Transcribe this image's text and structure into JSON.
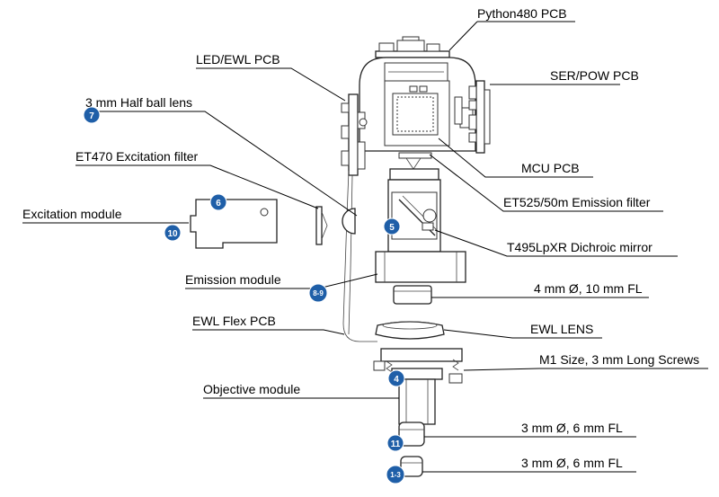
{
  "colors": {
    "badge": "#1f5fa8",
    "line": "#000000",
    "part_stroke": "#222222"
  },
  "labels": {
    "python480": "Python480 PCB",
    "led_ewl": "LED/EWL PCB",
    "ser_pow": "SER/POW PCB",
    "half_ball": "3 mm Half ball lens",
    "et470": "ET470 Excitation filter",
    "mcu": "MCU PCB",
    "excitation_module": "Excitation module",
    "et525": "ET525/50m Emission filter",
    "dichroic": "T495LpXR Dichroic mirror",
    "emission_module": "Emission module",
    "lens_4mm": "4 mm Ø, 10 mm FL",
    "ewl_flex": "EWL Flex PCB",
    "ewl_lens": "EWL LENS",
    "screws": "M1 Size, 3 mm Long Screws",
    "objective_module": "Objective module",
    "lens_3mm_a": "3 mm Ø, 6 mm FL",
    "lens_3mm_b": "3 mm Ø, 6 mm FL"
  },
  "badges": {
    "b7": "7",
    "b6": "6",
    "b10": "10",
    "b5": "5",
    "b89": "8-9",
    "b4": "4",
    "b11": "11",
    "b13": "1-3"
  }
}
